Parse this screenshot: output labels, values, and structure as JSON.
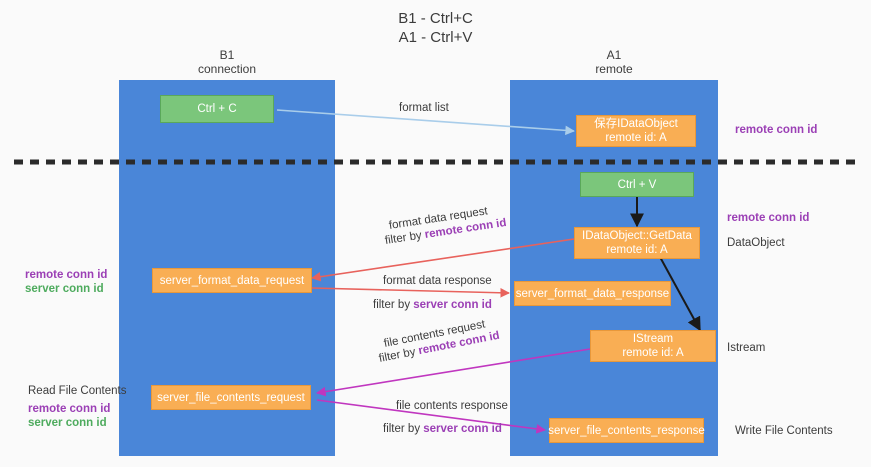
{
  "title": {
    "line1": "B1 - Ctrl+C",
    "line2": "A1 - Ctrl+V"
  },
  "columns": [
    {
      "name": "B1",
      "sub": "connection"
    },
    {
      "name": "A1",
      "sub": "remote"
    }
  ],
  "colors": {
    "lane": "#4a86d8",
    "green_node": "#7bc67b",
    "orange_node": "#f9ae54",
    "purple_text": "#9b3fb5",
    "green_text": "#4eab5e",
    "arrow_blue": "#a9cdea",
    "arrow_red": "#e8625c",
    "arrow_magenta": "#c036bf",
    "arrow_black": "#1a1a1a",
    "divider": "#2b2b2b",
    "page_bg": "#fafafa"
  },
  "nodes": {
    "ctrl_c": {
      "label": "Ctrl + C"
    },
    "save_idataobject": {
      "line1": "保存IDataObject",
      "line2": "remote id: A"
    },
    "ctrl_v": {
      "label": "Ctrl + V"
    },
    "getdata": {
      "line1": "IDataObject::GetData",
      "line2": "remote id: A"
    },
    "server_format_data_request": {
      "label": "server_format_data_request"
    },
    "server_format_data_response": {
      "label": "server_format_data_response"
    },
    "istream": {
      "line1": "IStream",
      "line2": "remote id: A"
    },
    "server_file_contents_request": {
      "label": "server_file_contents_request"
    },
    "server_file_contents_response": {
      "label": "server_file_contents_response"
    }
  },
  "edge_labels": {
    "format_list": "format list",
    "format_data_request": "format data request",
    "format_data_request_filter_prefix": "filter by ",
    "format_data_request_filter_key": "remote conn id",
    "format_data_response": "format data response",
    "format_data_response_filter_prefix": "filter by ",
    "format_data_response_filter_key": "server conn id",
    "file_contents_request": "file contents request",
    "file_contents_request_filter_prefix": "filter by ",
    "file_contents_request_filter_key": "remote conn id",
    "file_contents_response": "file contents response",
    "file_contents_response_filter_prefix": "filter by ",
    "file_contents_response_filter_key": "server conn id"
  },
  "annotations": {
    "right_remote_conn_id_top": "remote conn id",
    "right_remote_conn_id_mid": "remote conn id",
    "right_dataobject": "DataObject",
    "right_istream": "Istream",
    "right_write_file_contents": "Write File Contents",
    "left_remote_conn_id_mid": "remote conn id",
    "left_server_conn_id_mid": "server conn id",
    "left_read_file_contents": "Read File Contents",
    "left_remote_conn_id_bot": "remote conn id",
    "left_server_conn_id_bot": "server conn id"
  }
}
